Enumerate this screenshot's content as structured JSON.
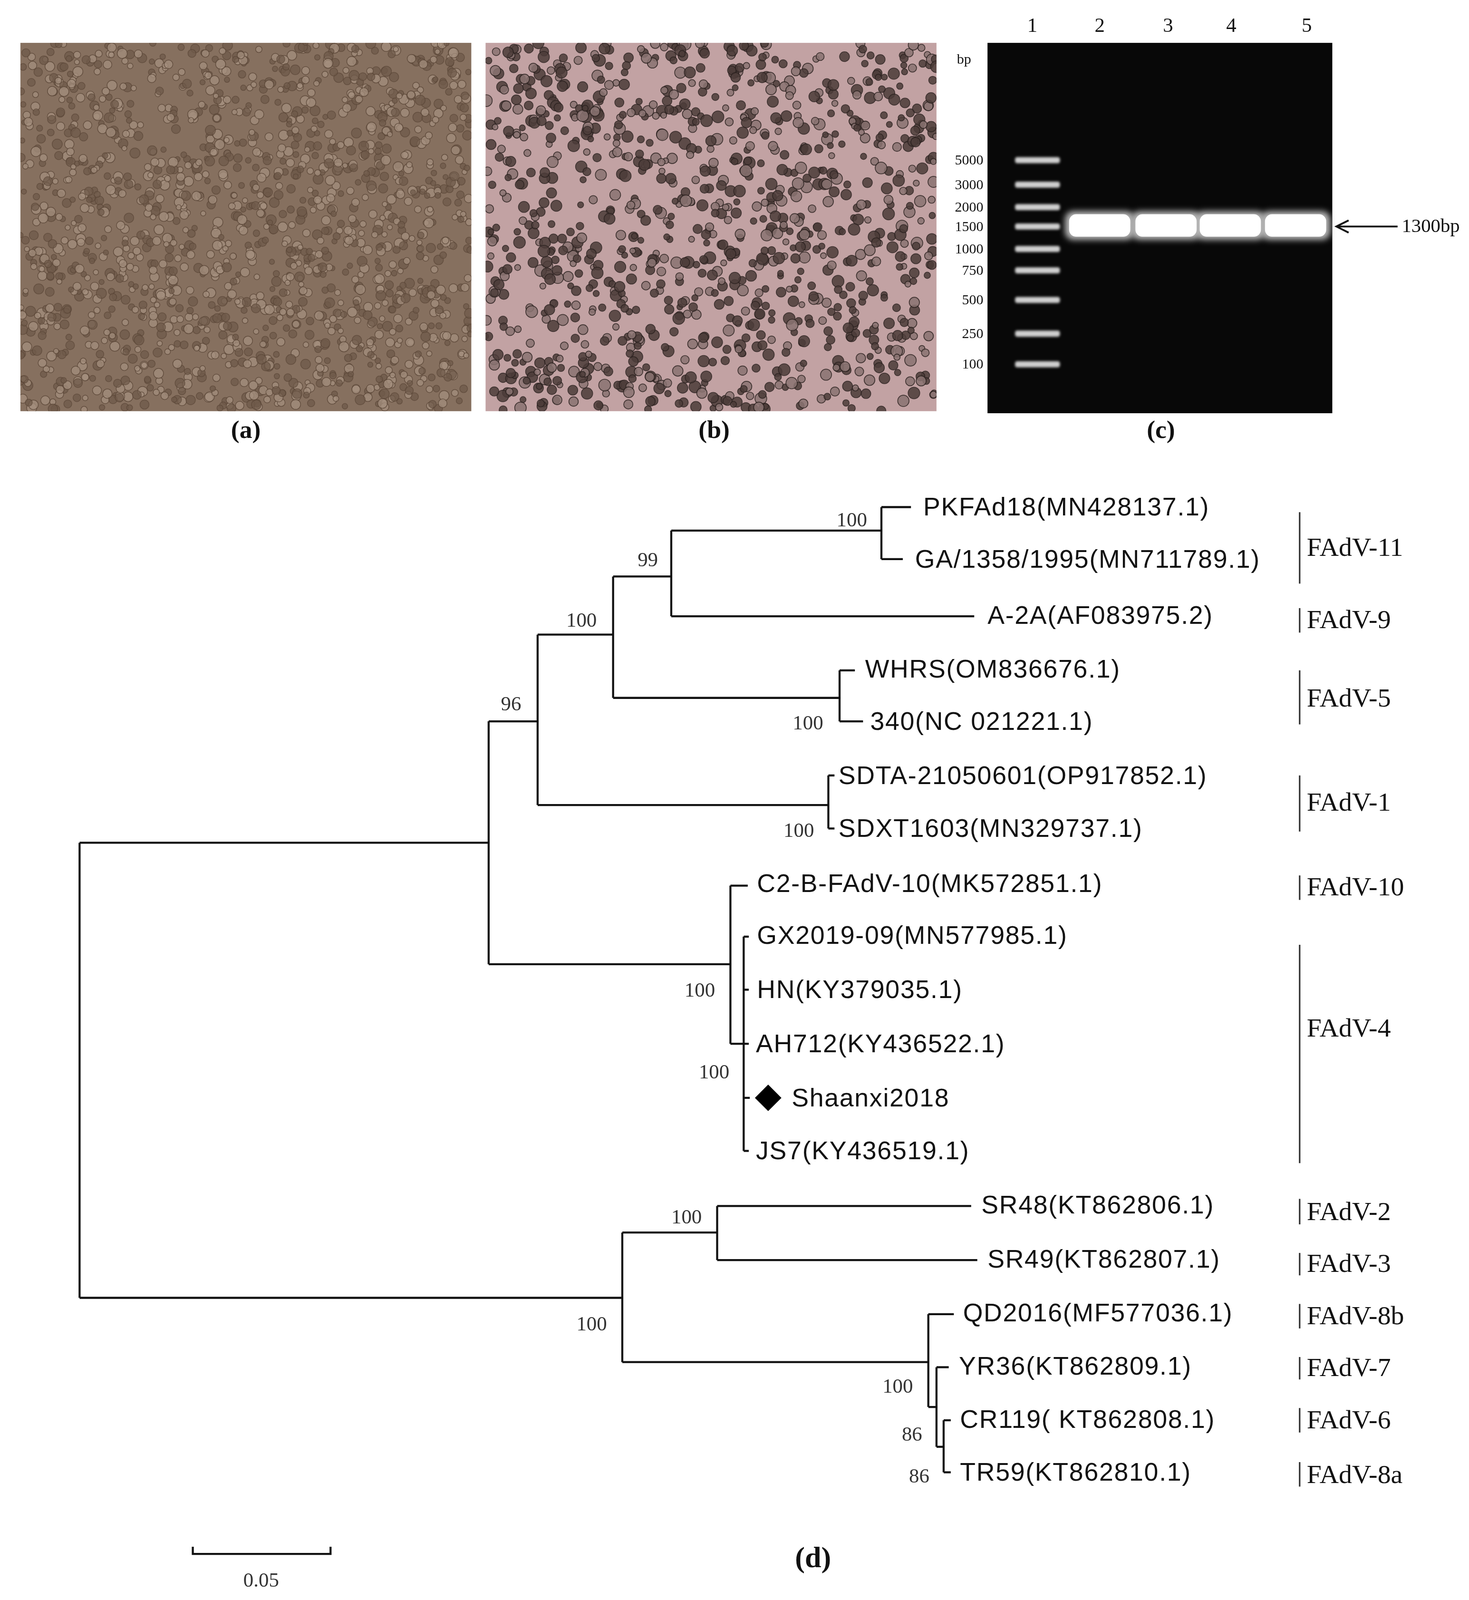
{
  "diagram": {
    "labels": [
      "1",
      "2",
      "3",
      "4",
      "5",
      "bp",
      "5000",
      "3000",
      "2000",
      "1500",
      "1000",
      "750",
      "500",
      "250",
      "100",
      "1300bp",
      "(a)",
      "(b)",
      "(c)",
      "PKFAd18(MN428137.1)",
      "100",
      "GA/1358/1995(MN711789.1)",
      "FAdV-11",
      "99",
      "A-2A(AF083975.2)",
      "FAdV-9",
      "100",
      "WHRS(OM836676.1)",
      "FAdV-5",
      "96",
      "100",
      "340(NC 021221.1)",
      "SDTA-21050601(OP917852.1)",
      "FAdV-1",
      "100",
      "SDXT1603(MN329737.1)",
      "C2-B-FAdV-10(MK572851.1)",
      "FAdV-10",
      "GX2019-09(MN577985.1)",
      "100",
      "HN(KY379035.1)",
      "FAdV-4",
      "AH712(KY436522.1)",
      "100",
      "Shaanxi2018",
      "JS7(KY436519.1)",
      "100",
      "SR48(KT862806.1)",
      "FAdV-2",
      "SR49(KT862807.1)",
      "FAdV-3",
      "100",
      "QD2016(MF577036.1)",
      "FAdV-8b",
      "YR36(KT862809.1)",
      "FAdV-7",
      "100",
      "CR119( KT862808.1)",
      "FAdV-6",
      "86",
      "TR59(KT862810.1)",
      "FAdV-8a",
      "86",
      "0.05",
      "(d)"
    ]
  }
}
